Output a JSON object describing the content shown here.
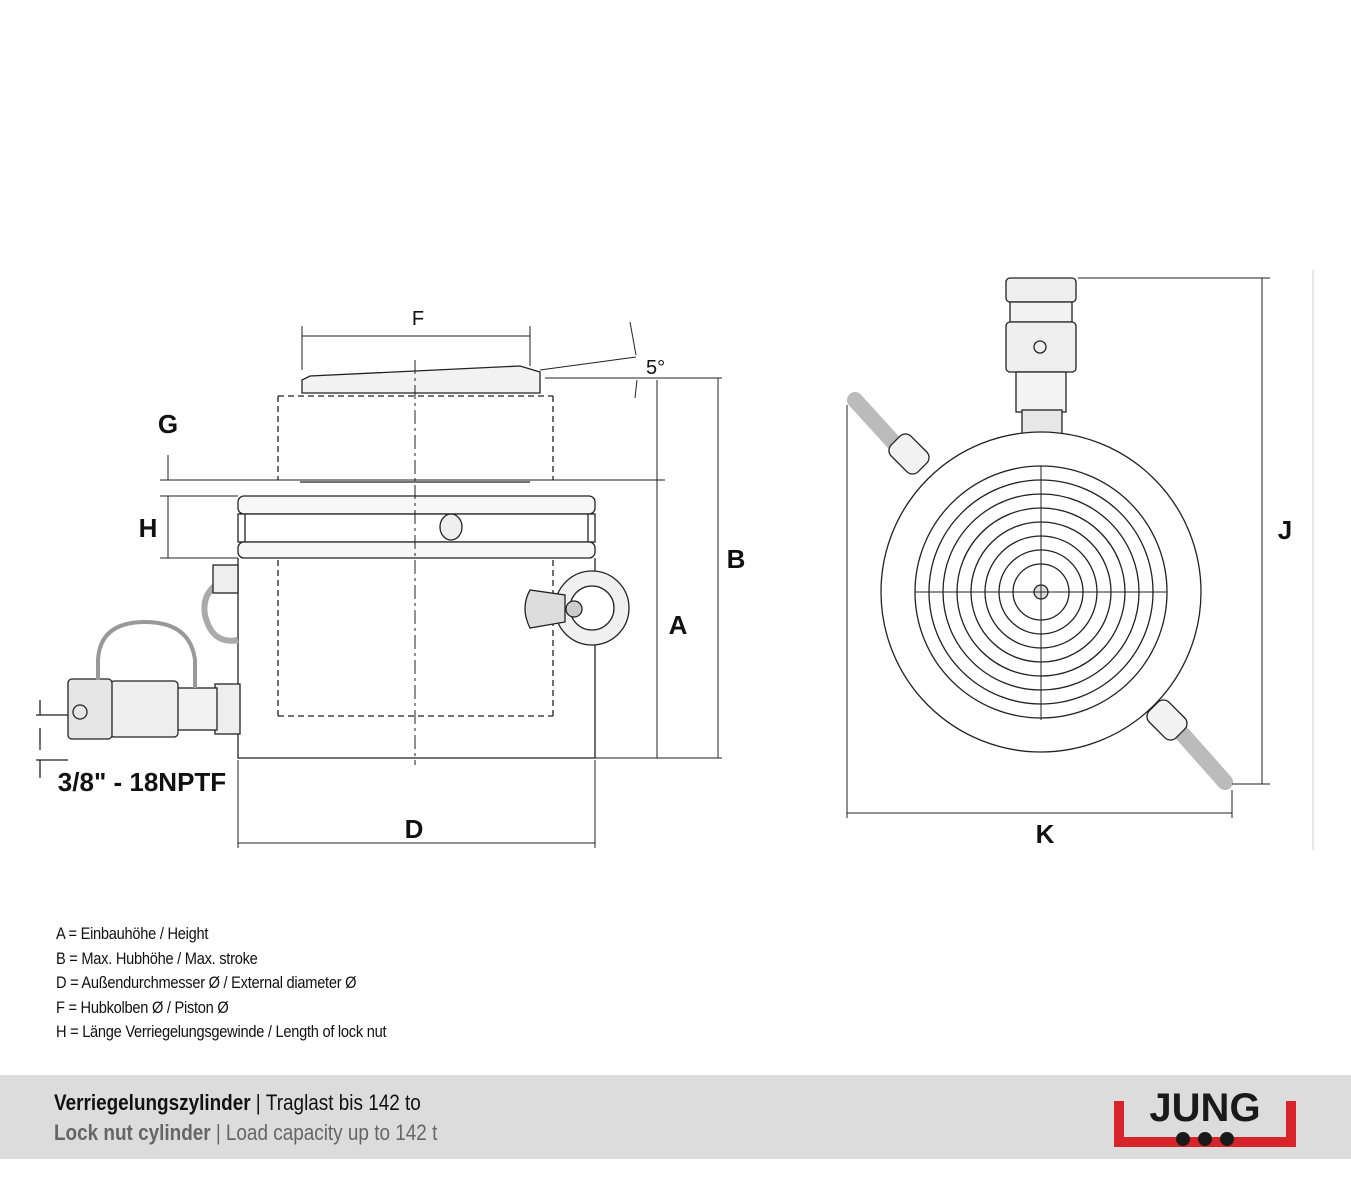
{
  "dimension_labels": {
    "F": "F",
    "angle": "5°",
    "G": "G",
    "H": "H",
    "A": "A",
    "B": "B",
    "D": "D",
    "thread": "3/8\" - 18NPTF",
    "J": "J",
    "K": "K"
  },
  "legend": [
    "A = Einbauhöhe / Height",
    "B = Max. Hubhöhe / Max. stroke",
    "D = Außendurchmesser Ø / External diameter Ø",
    "F = Hubkolben Ø / Piston Ø",
    "H = Länge Verriegelungsgewinde / Length of lock nut"
  ],
  "footer": {
    "title_de": "Verriegelungszylinder",
    "sub_de": "Traglast bis 142 to",
    "title_en": "Lock nut cylinder",
    "sub_en": "Load capacity up to 142 t",
    "separator": "|"
  },
  "logo": {
    "text": "JUNG",
    "accent": "#d9232a",
    "dark": "#1a1a1a"
  }
}
